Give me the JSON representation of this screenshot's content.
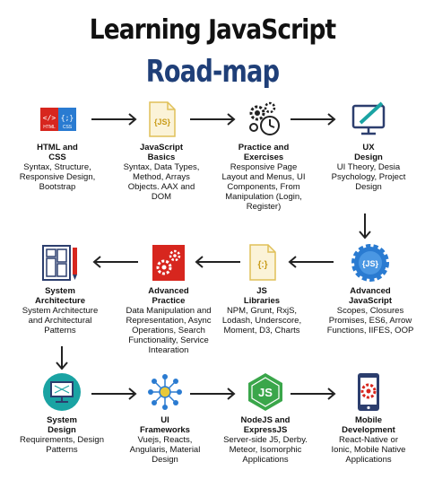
{
  "title": "Learning JavaScript",
  "subtitle": "Road-map",
  "colors": {
    "subtitle": "#1f3f78",
    "arrow": "#222222",
    "red": "#d7261e",
    "blue": "#2a7bd1",
    "green": "#3aa64a",
    "teal": "#1aa3a3",
    "yellow": "#e8c93a"
  },
  "nodes": {
    "html_css": {
      "title": "HTML and\nCSS",
      "desc": "Syntax, Structure,\nResponsive Design,\nBootstrap",
      "icon": "html-css-icon",
      "icon_text_1": "HTML",
      "icon_text_2": "CSS"
    },
    "js_basics": {
      "title": "JavaScript\nBasics",
      "desc": "Syntax, Data Types,\nMethod, Arrays\nObjects. AAX and\nDOM",
      "icon": "js-file-icon",
      "icon_text": "{JS}"
    },
    "practice": {
      "title": "Practice and\nExercises",
      "desc": "Responsive Page\nLayout and Menus, UI\nComponents, From\nManipulation (Login,\nRegister)",
      "icon": "gears-clock-icon"
    },
    "ux": {
      "title": "UX\nDesign",
      "desc": "UI Theory, Desia\nPsychology, Project\nDesign",
      "icon": "monitor-pen-icon"
    },
    "advanced_js": {
      "title": "Advanced\nJavaScript",
      "desc": "Scopes, Closures\nPromises, ES6, Arrow\nFunctions, IIFES, OOP",
      "icon": "gear-js-icon",
      "icon_text": "{JS}"
    },
    "js_libraries": {
      "title": "JS\nLibraries",
      "desc": "NPM, Grunt, RxjS,\nLodash, Underscore,\nMoment, D3, Charts",
      "icon": "js-braces-icon",
      "icon_text": "{:}"
    },
    "advanced_practice": {
      "title": "Advanced\nPractice",
      "desc": "Data Manipulation and\nRepresentation, Async\nOperations, Search\nFunctionality, Service\nIntearation",
      "icon": "red-gears-icon"
    },
    "system_architecture": {
      "title": "System\nArchitecture",
      "desc": "System Architecture\nand Architectural\nPatterns",
      "icon": "blueprint-icon"
    },
    "system_design": {
      "title": "System\nDesign",
      "desc": "Requirements, Design\nPatterns",
      "icon": "monitor-network-icon"
    },
    "ui_frameworks": {
      "title": "UI\nFrameworks",
      "desc": "Vuejs, Reacts,\nAngularis, Material\nDesign",
      "icon": "network-hub-icon"
    },
    "nodejs": {
      "title": "NodeJS and\nExpressJS",
      "desc": "Server-side J5, Derby.\nMeteor, Isomorphic\nApplications",
      "icon": "nodejs-hexagon-icon",
      "icon_text": "JS"
    },
    "mobile": {
      "title": "Mobile\nDevelopment",
      "desc": "React-Native or\nIonic, Mobile Native\nApplications",
      "icon": "phone-gear-icon"
    }
  }
}
